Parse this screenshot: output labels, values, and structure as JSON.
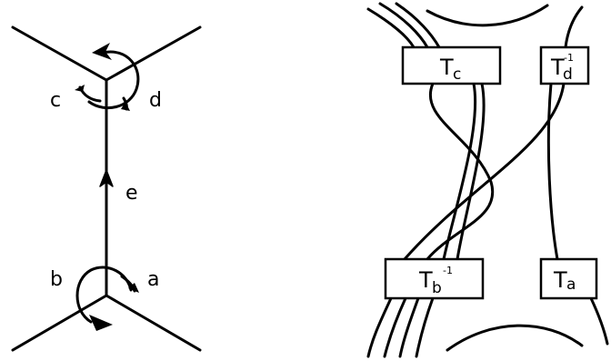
{
  "left_diagram": {
    "labels": {
      "c": "c",
      "d": "d",
      "e": "e",
      "b": "b",
      "a": "a"
    }
  },
  "right_diagram": {
    "boxes": {
      "tc": {
        "main": "T",
        "sub": "c",
        "sup": ""
      },
      "td": {
        "main": "T",
        "sub": "d",
        "sup": "-1"
      },
      "tb": {
        "main": "T",
        "sub": "b",
        "sup": "-1"
      },
      "ta": {
        "main": "T",
        "sub": "a",
        "sup": ""
      }
    }
  }
}
